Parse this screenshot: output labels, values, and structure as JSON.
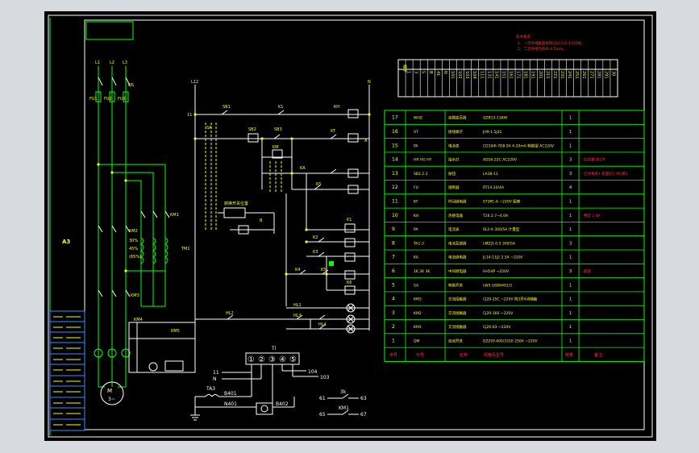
{
  "drawing": {
    "sheet_size": "A3",
    "colors": {
      "background": "#000000",
      "frame": "#ffffff",
      "power_wiring": "#00ff00",
      "control_wiring": "#ffffff",
      "dashed_loop": "#ffff00",
      "labels": "#ffff00",
      "table_lines": "#00ff00",
      "table_text": "#ffff00",
      "red_text": "#ff3333",
      "blue_wire": "#3b8cff"
    }
  },
  "notes": {
    "title": "技术要求：",
    "line1": "1．一次导线截面按照GB1312-1105规。",
    "line2": "2．二次导线为BVR-0.5mm。"
  },
  "power": {
    "phases": [
      "L1",
      "L2",
      "L3"
    ],
    "qs": "QS",
    "fuses": [
      "FU1",
      "FU2",
      "FU3"
    ],
    "km1": "KM1",
    "km2": "KM2",
    "km3": "KM3",
    "transformer": [
      "30%",
      "45%",
      "(65%)"
    ],
    "trans_label": "TM1",
    "motor": "M",
    "motor_phases": "3~",
    "km4": "KM4",
    "km5": "KM5"
  },
  "control": {
    "l12": "L12",
    "n": "N",
    "node11": "11",
    "sb1": "SB1",
    "k1": "K1",
    "kh": "KH",
    "node_a": "A",
    "sb2": "SB2",
    "sb3": "SB3",
    "sa": "SA",
    "km": "KM",
    "kt": "KT",
    "ka": "KA",
    "relay_note": "转换开关位置",
    "b_label": "B",
    "ks": "KS",
    "k_labels": [
      "K1",
      "K2",
      "K3",
      "K4",
      "K5",
      "K6"
    ],
    "lamp_labels": [
      "HL1",
      "HL2",
      "HL3",
      "HL4"
    ]
  },
  "terminal": {
    "ti": "Ti",
    "cells": [
      "①",
      "②",
      "③",
      "④",
      "⑤"
    ],
    "n11": "11",
    "nN": "N",
    "n104": "104",
    "n103": "103",
    "ta3": "TA3",
    "b401": "B401",
    "n401": "N401",
    "b402": "B402",
    "n61": "61",
    "n63": "63",
    "n3k": "3k",
    "km1": "KM1",
    "n65": "65",
    "n67": "67"
  },
  "wire_table": {
    "header": "端子",
    "rows": [
      "1",
      "3",
      "5",
      "B",
      "41",
      "N",
      "101",
      "102",
      "103",
      "104",
      "111",
      "131",
      "141",
      "151",
      "161",
      "171",
      "181",
      "191",
      "201",
      "211",
      "221",
      "231",
      "241",
      "251",
      "261",
      "271",
      "281",
      "291",
      "30"
    ]
  },
  "parts_table": {
    "footer": {
      "seq": "序号",
      "code": "代号",
      "name": "名称",
      "spec": "规格及型号",
      "qty": "数量",
      "note": "备注"
    },
    "rows": [
      {
        "seq": "17",
        "code": "WHZ",
        "name": "自耦变压器",
        "spec": "QZB13-11KW",
        "qty": "1",
        "note": ""
      },
      {
        "seq": "16",
        "code": "XT",
        "name": "接线端子",
        "spec": "JH9-1.5J31",
        "qty": "1",
        "note": ""
      },
      {
        "seq": "15",
        "code": "PA",
        "name": "电流表",
        "spec": "CD194I-7D8 0A 4-20mA  转换型 AC220V",
        "qty": "1",
        "note": ""
      },
      {
        "seq": "14",
        "code": "HR HG HY",
        "name": "指示灯",
        "spec": "AD16-22C AC220V",
        "qty": "3",
        "note": "红绿黄 各1只"
      },
      {
        "seq": "13",
        "code": "SB1.2.3",
        "name": "按钮",
        "spec": "LA38-11",
        "qty": "3",
        "note": "红绿黄各1 配置红1 绿1黄1"
      },
      {
        "seq": "12",
        "code": "FU",
        "name": "熔断器",
        "spec": "RT14-20/4A",
        "qty": "4",
        "note": ""
      },
      {
        "seq": "11",
        "code": "KT",
        "name": "时间继电器",
        "spec": "ST3PC-A  ~220V 配座",
        "qty": "1",
        "note": ""
      },
      {
        "seq": "10",
        "code": "KH",
        "name": "热继电器",
        "spec": "T16 2.7~4.0A",
        "qty": "1",
        "note": "整定 2.4A"
      },
      {
        "seq": "9",
        "code": "PA",
        "name": "电流表",
        "spec": "6L2-A  300/5A 计量型",
        "qty": "1",
        "note": ""
      },
      {
        "seq": "8",
        "code": "TA1-3",
        "name": "电流互感器",
        "spec": "LMZJ1-0.5  300/5A",
        "qty": "3",
        "note": ""
      },
      {
        "seq": "7",
        "code": "KA",
        "name": "电流继电器",
        "spec": "JL14-11J2 2.5A ~220V",
        "qty": "1",
        "note": ""
      },
      {
        "seq": "6",
        "code": "1K 2K 3K",
        "name": "中间继电器",
        "spec": "HH54P   ~220V",
        "qty": "3",
        "note": "配座"
      },
      {
        "seq": "5",
        "code": "SA",
        "name": "转换开关",
        "spec": "LW5-16D0401/2",
        "qty": "1",
        "note": ""
      },
      {
        "seq": "4",
        "code": "KM3",
        "name": "交流接触器",
        "spec": "CJ20-25C ~220V  附2开4闭辅触",
        "qty": "1",
        "note": ""
      },
      {
        "seq": "3",
        "code": "KM2",
        "name": "交流接触器",
        "spec": "CJ20-160 ~220V",
        "qty": "1",
        "note": ""
      },
      {
        "seq": "2",
        "code": "KM1",
        "name": "交流接触器",
        "spec": "CJ20-63 ~220V",
        "qty": "1",
        "note": ""
      },
      {
        "seq": "1",
        "code": "QM",
        "name": "自动开关",
        "spec": "DZ20Y-400/3310 250A ~220V",
        "qty": "1",
        "note": ""
      }
    ]
  }
}
